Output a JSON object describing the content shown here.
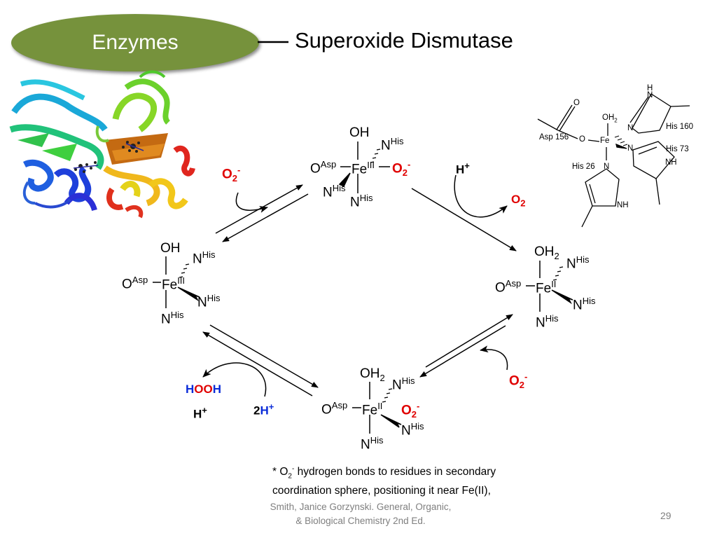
{
  "header": {
    "title": "Enzymes",
    "subtitle": "Superoxide Dismutase"
  },
  "cycle": {
    "top": {
      "oh": "OH",
      "n_upper": "N",
      "n_upper_sup": "His",
      "o": "O",
      "o_sup": "Asp",
      "fe": "Fe",
      "fe_sup": "III",
      "o2": "O",
      "o2_sub": "2",
      "o2_sup": "-",
      "n_lower_left": "N",
      "n_lower_left_sup": "His",
      "n_bottom": "N",
      "n_bottom_sup": "His"
    },
    "left": {
      "oh": "OH",
      "n_upper": "N",
      "n_upper_sup": "His",
      "o": "O",
      "o_sup": "Asp",
      "fe": "Fe",
      "fe_sup": "III",
      "n_right": "N",
      "n_right_sup": "His",
      "n_bottom": "N",
      "n_bottom_sup": "His"
    },
    "right": {
      "oh2": "OH",
      "oh2_sub": "2",
      "n_upper": "N",
      "n_upper_sup": "His",
      "o": "O",
      "o_sup": "Asp",
      "fe": "Fe",
      "fe_sup": "II",
      "n_right": "N",
      "n_right_sup": "His",
      "n_bottom": "N",
      "n_bottom_sup": "His"
    },
    "bottom": {
      "oh2": "OH",
      "oh2_sub": "2",
      "n_upper": "N",
      "n_upper_sup": "His",
      "o": "O",
      "o_sup": "Asp",
      "fe": "Fe",
      "fe_sup": "II",
      "o2": "O",
      "o2_sub": "2",
      "o2_sup": "-",
      "n_right": "N",
      "n_right_sup": "His",
      "n_bottom": "N",
      "n_bottom_sup": "His"
    }
  },
  "reagents": {
    "o2_minus_left": {
      "base": "O",
      "sub": "2",
      "sup": "-"
    },
    "h_plus_top": {
      "base": "H",
      "sup": "+"
    },
    "o2_product": {
      "base": "O",
      "sub": "2"
    },
    "o2_minus_right": {
      "base": "O",
      "sub": "2",
      "sup": "-"
    },
    "hooh": {
      "h1": "H",
      "oo": "OO",
      "h2": "H"
    },
    "h_plus_left": {
      "base": "H",
      "sup": "+"
    },
    "two_h_plus": {
      "coef": "2",
      "base": "H",
      "sup": "+"
    }
  },
  "active_site": {
    "o_carbonyl": "O",
    "oh2": "OH",
    "oh2_sub": "2",
    "asp": "Asp 156",
    "o": "O",
    "fe": "Fe",
    "his160": "His 160",
    "his73": "His 73",
    "his26": "His 26",
    "n": "N",
    "nh": "NH",
    "h": "H"
  },
  "note": {
    "star": "* O",
    "sub": "2",
    "sup": "-",
    "text": " hydrogen bonds to residues in secondary coordination sphere, positioning it near Fe(II),"
  },
  "footer": {
    "line1": "Smith, Janice Gorzynski. General, Organic,",
    "line2": "& Biological Chemistry 2nd Ed."
  },
  "page_number": "29",
  "colors": {
    "oval": "#76923c",
    "red": "#e00000",
    "blue": "#0a2bd8"
  }
}
